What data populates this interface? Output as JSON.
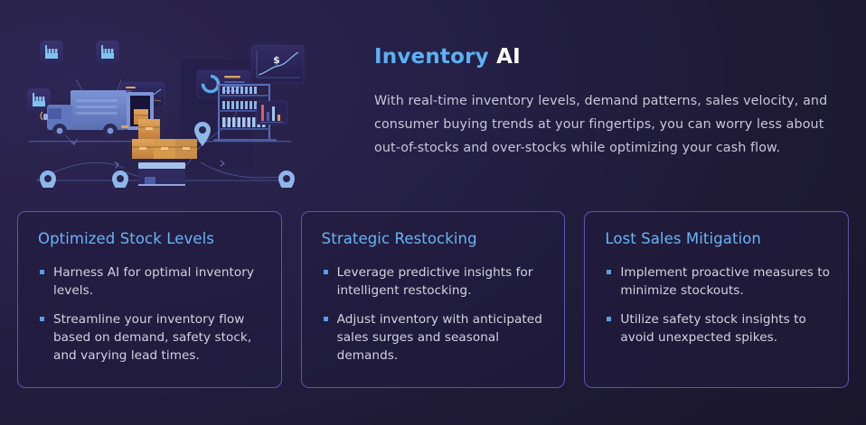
{
  "theme": {
    "page_background": "#191627",
    "panel_background": "#2d2553",
    "accent_blue": "#5cb1f2",
    "card_border": "#5d56ae",
    "bullet_color": "#5a9fe0",
    "body_text": "#c9c6d9"
  },
  "hero": {
    "title_primary": "Inventory",
    "title_secondary": "AI",
    "description": "With real-time inventory levels, demand patterns, sales velocity, and consumer buying trends at your fingertips, you can worry less about out-of-stocks and over-stocks while optimizing your cash flow."
  },
  "illustration": {
    "name": "supply-chain-illustration",
    "elements": [
      "factory-icon",
      "factory-icon",
      "factory-icon",
      "delivery-truck",
      "cardboard-boxes",
      "line-chart-panel",
      "dollar-growth-chart-panel",
      "donut-chart-panel",
      "bar-chart-panel",
      "retail-shelving-unit",
      "warehouse-building",
      "location-pin",
      "location-pin",
      "location-pin",
      "route-lines"
    ],
    "dollar_symbol": "$"
  },
  "cards": [
    {
      "title": "Optimized Stock Levels",
      "bullets": [
        "Harness AI for optimal inventory levels.",
        "Streamline your inventory flow based on demand, safety stock, and varying lead times."
      ]
    },
    {
      "title": "Strategic Restocking",
      "bullets": [
        "Leverage predictive insights for intelligent restocking.",
        "Adjust inventory with anticipated sales surges and seasonal demands."
      ]
    },
    {
      "title": "Lost Sales Mitigation",
      "bullets": [
        "Implement proactive measures to minimize stockouts.",
        "Utilize safety stock insights to avoid unexpected spikes."
      ]
    }
  ]
}
